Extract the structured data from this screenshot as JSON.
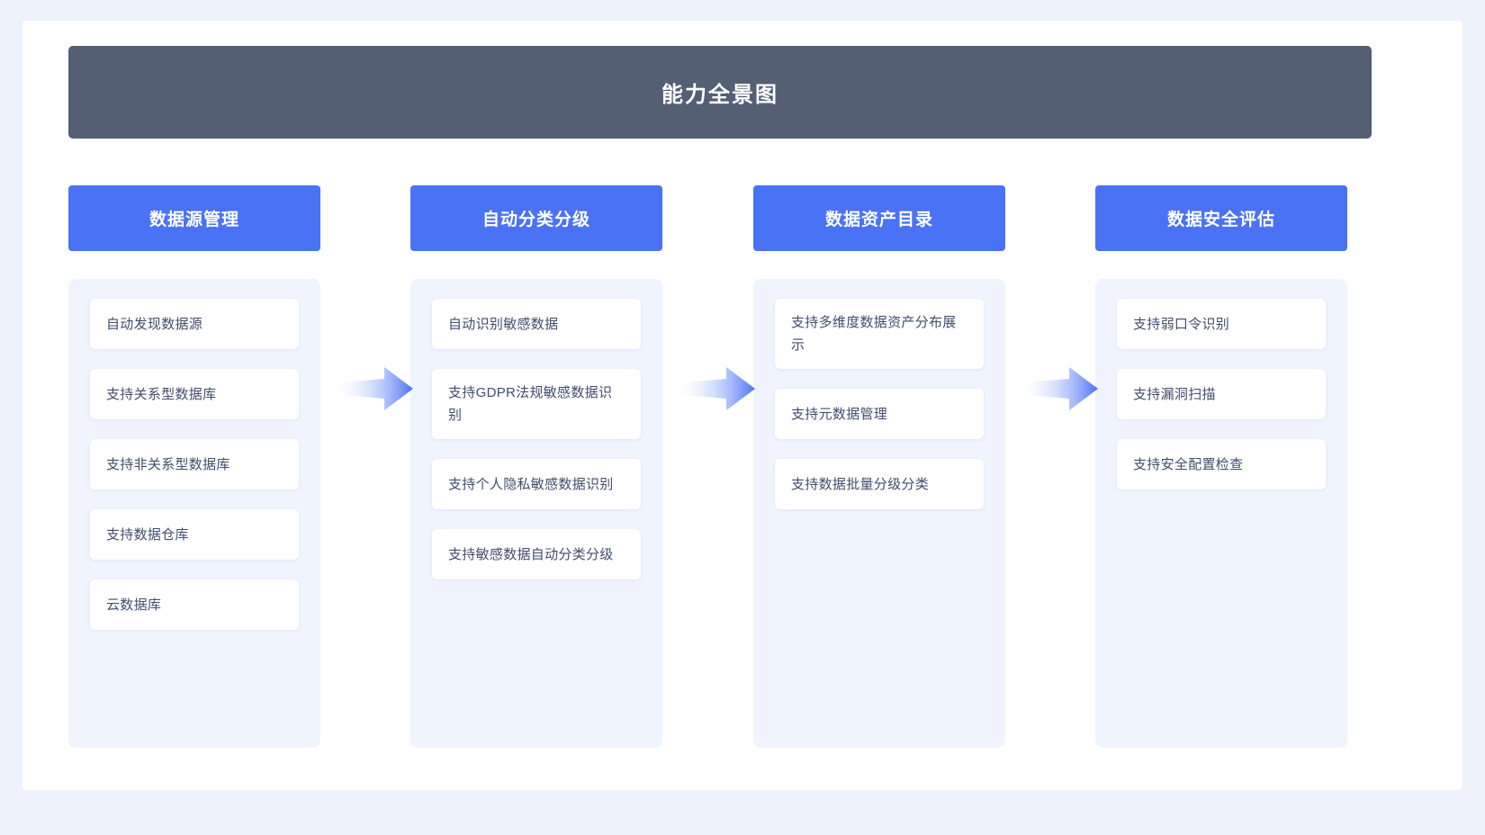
{
  "header": {
    "title": "能力全景图"
  },
  "colors": {
    "page_background": "#eef2fd",
    "card_background": "#ffffff",
    "title_bar": "#555f74",
    "column_header": "#4a72f5",
    "column_panel": "#f0f4fe",
    "feature_text": "#414d6e",
    "arrow_start": "#ffffff",
    "arrow_end": "#4a72f5"
  },
  "columns": [
    {
      "id": "data-source-management",
      "title": "数据源管理",
      "items": [
        {
          "label": "自动发现数据源"
        },
        {
          "label": "支持关系型数据库"
        },
        {
          "label": "支持非关系型数据库"
        },
        {
          "label": "支持数据仓库"
        },
        {
          "label": "云数据库"
        }
      ]
    },
    {
      "id": "auto-classification-grading",
      "title": "自动分类分级",
      "items": [
        {
          "label": "自动识别敏感数据"
        },
        {
          "label": "支持GDPR法规敏感数据识别"
        },
        {
          "label": "支持个人隐私敏感数据识别"
        },
        {
          "label": "支持敏感数据自动分类分级"
        }
      ]
    },
    {
      "id": "data-asset-catalog",
      "title": "数据资产目录",
      "items": [
        {
          "label": "支持多维度数据资产分布展示"
        },
        {
          "label": "支持元数据管理"
        },
        {
          "label": "支持数据批量分级分类"
        }
      ]
    },
    {
      "id": "data-security-assessment",
      "title": "数据安全评估",
      "items": [
        {
          "label": "支持弱口令识别"
        },
        {
          "label": "支持漏洞扫描"
        },
        {
          "label": "支持安全配置检查"
        }
      ]
    }
  ],
  "arrows": [
    {
      "name": "flow-arrow-1",
      "icon": "arrow-right-icon"
    },
    {
      "name": "flow-arrow-2",
      "icon": "arrow-right-icon"
    },
    {
      "name": "flow-arrow-3",
      "icon": "arrow-right-icon"
    }
  ]
}
